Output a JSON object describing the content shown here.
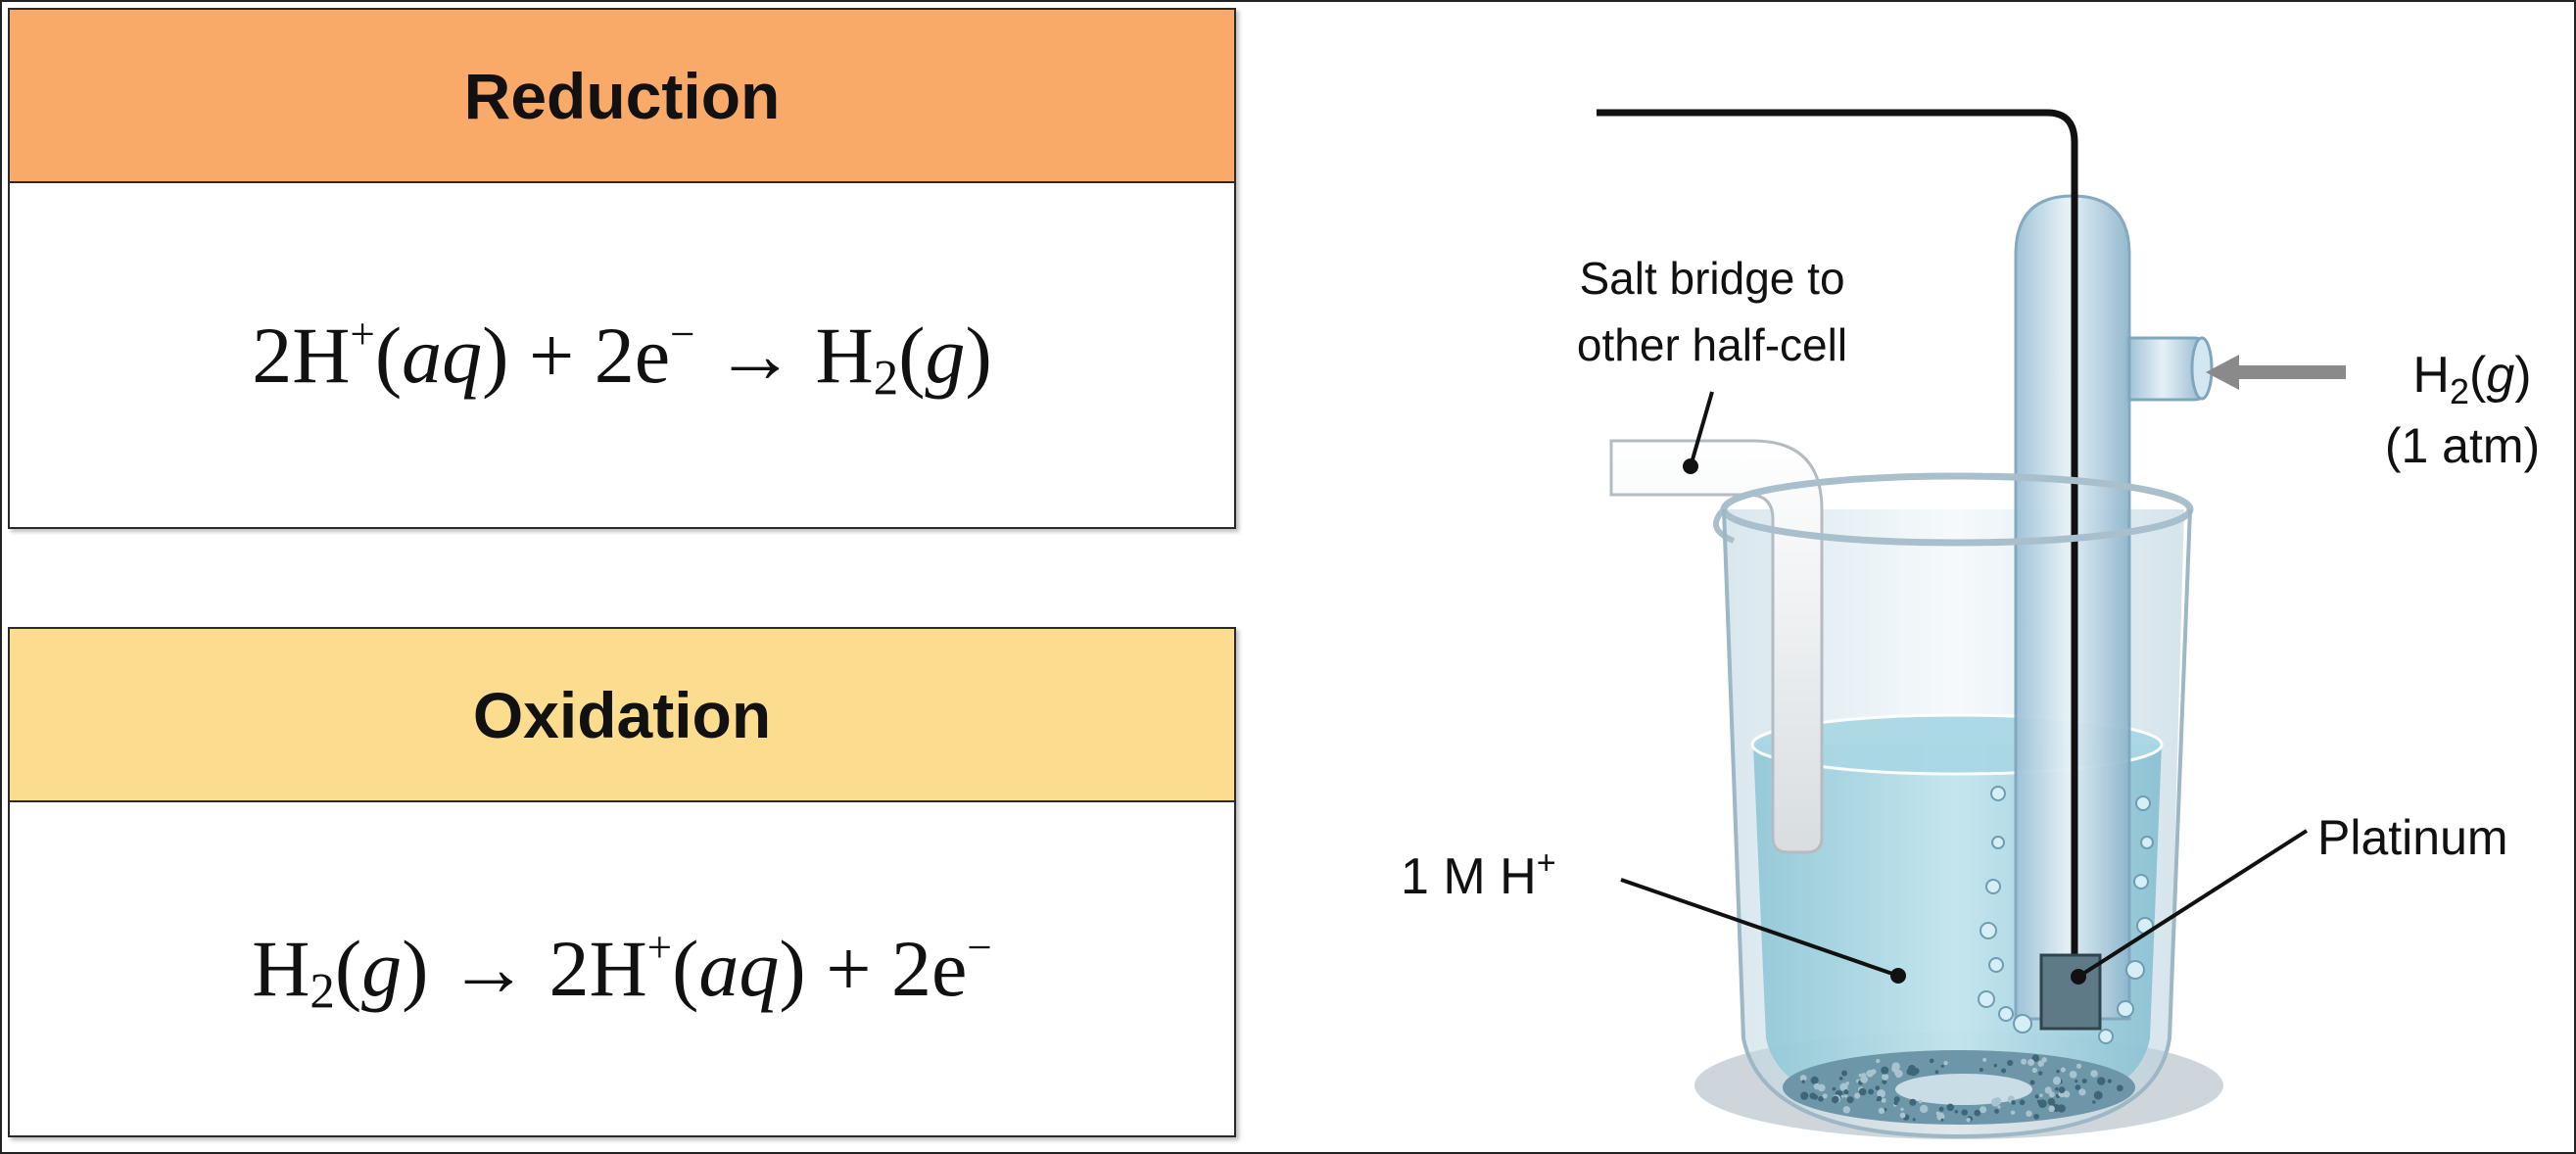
{
  "reduction": {
    "title": "Reduction",
    "header_color": "#F9A968",
    "eq": {
      "coef_l": "2H",
      "sup1": "+",
      "state1": "aq",
      "plus_e": " + 2e",
      "sup2": "−",
      "arrow": "→",
      "prod": "H",
      "sub": "2",
      "state2": "g"
    }
  },
  "oxidation": {
    "title": "Oxidation",
    "header_color": "#FCDC8E",
    "eq": {
      "reac": "H",
      "sub": "2",
      "state1": "g",
      "arrow": "→",
      "coef": "2H",
      "sup1": "+",
      "state2": "aq",
      "plus_e": " + 2e",
      "sup2": "−"
    }
  },
  "diagram": {
    "salt_bridge_line1": "Salt bridge to",
    "salt_bridge_line2": "other half-cell",
    "gas_label": "H",
    "gas_sub": "2",
    "gas_state": "g",
    "gas_pressure": "(1 atm)",
    "solution_label": "1 M H",
    "solution_sup": "+",
    "electrode_label": "Platinum"
  }
}
